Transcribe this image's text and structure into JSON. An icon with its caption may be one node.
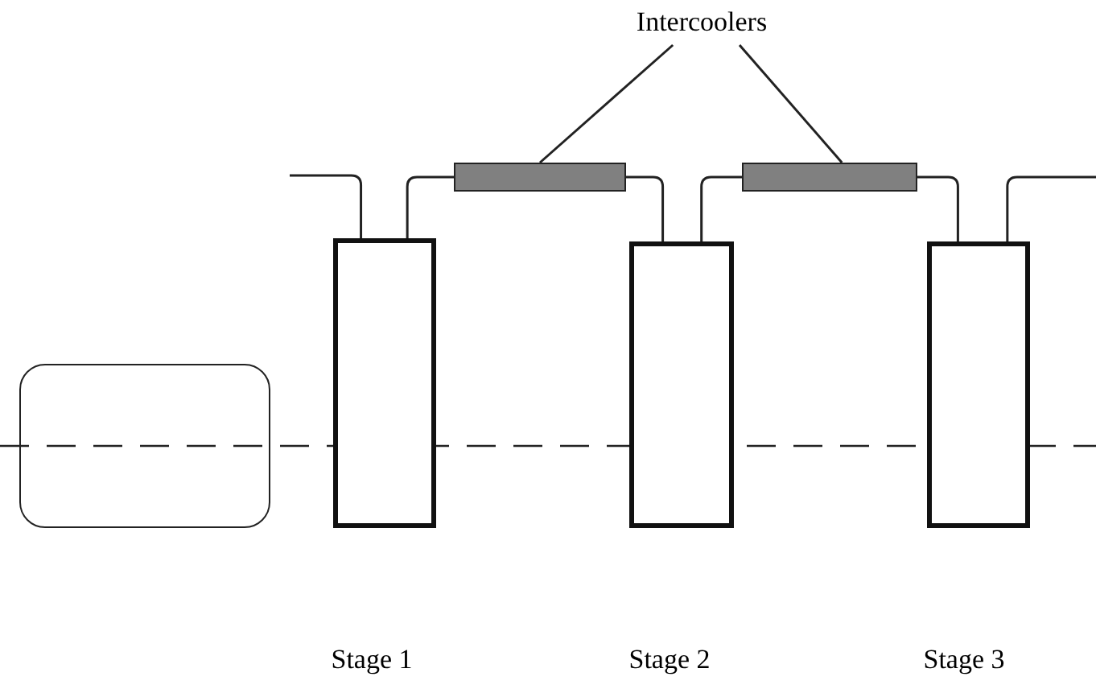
{
  "diagram": {
    "nodes": [
      {
        "text": [],
        "shape": "box"
      },
      {
        "text": [],
        "shape": "box"
      },
      {
        "text": [],
        "shape": "box"
      },
      {
        "text": [],
        "shape": "box"
      },
      {
        "text": [],
        "shape": "bar"
      },
      {
        "text": [],
        "shape": "bar"
      },
      {
        "text": [
          "Intercoolers"
        ]
      }
    ],
    "edges": [
      {
        "from": null,
        "to": 1,
        "arrow": "none"
      },
      {
        "from": 1,
        "to": 4,
        "arrow": "none"
      },
      {
        "from": 4,
        "to": 2,
        "arrow": "none"
      },
      {
        "from": 2,
        "to": 5,
        "arrow": "none"
      },
      {
        "from": 5,
        "to": 3,
        "arrow": "none"
      },
      {
        "from": 3,
        "to": null,
        "arrow": "none"
      },
      {
        "from": 6,
        "to": 4,
        "arrow": "none"
      },
      {
        "from": 6,
        "to": 5,
        "arrow": "none"
      }
    ],
    "labels": [
      "Stage 1",
      "Stage 2",
      "Stage 3"
    ]
  }
}
